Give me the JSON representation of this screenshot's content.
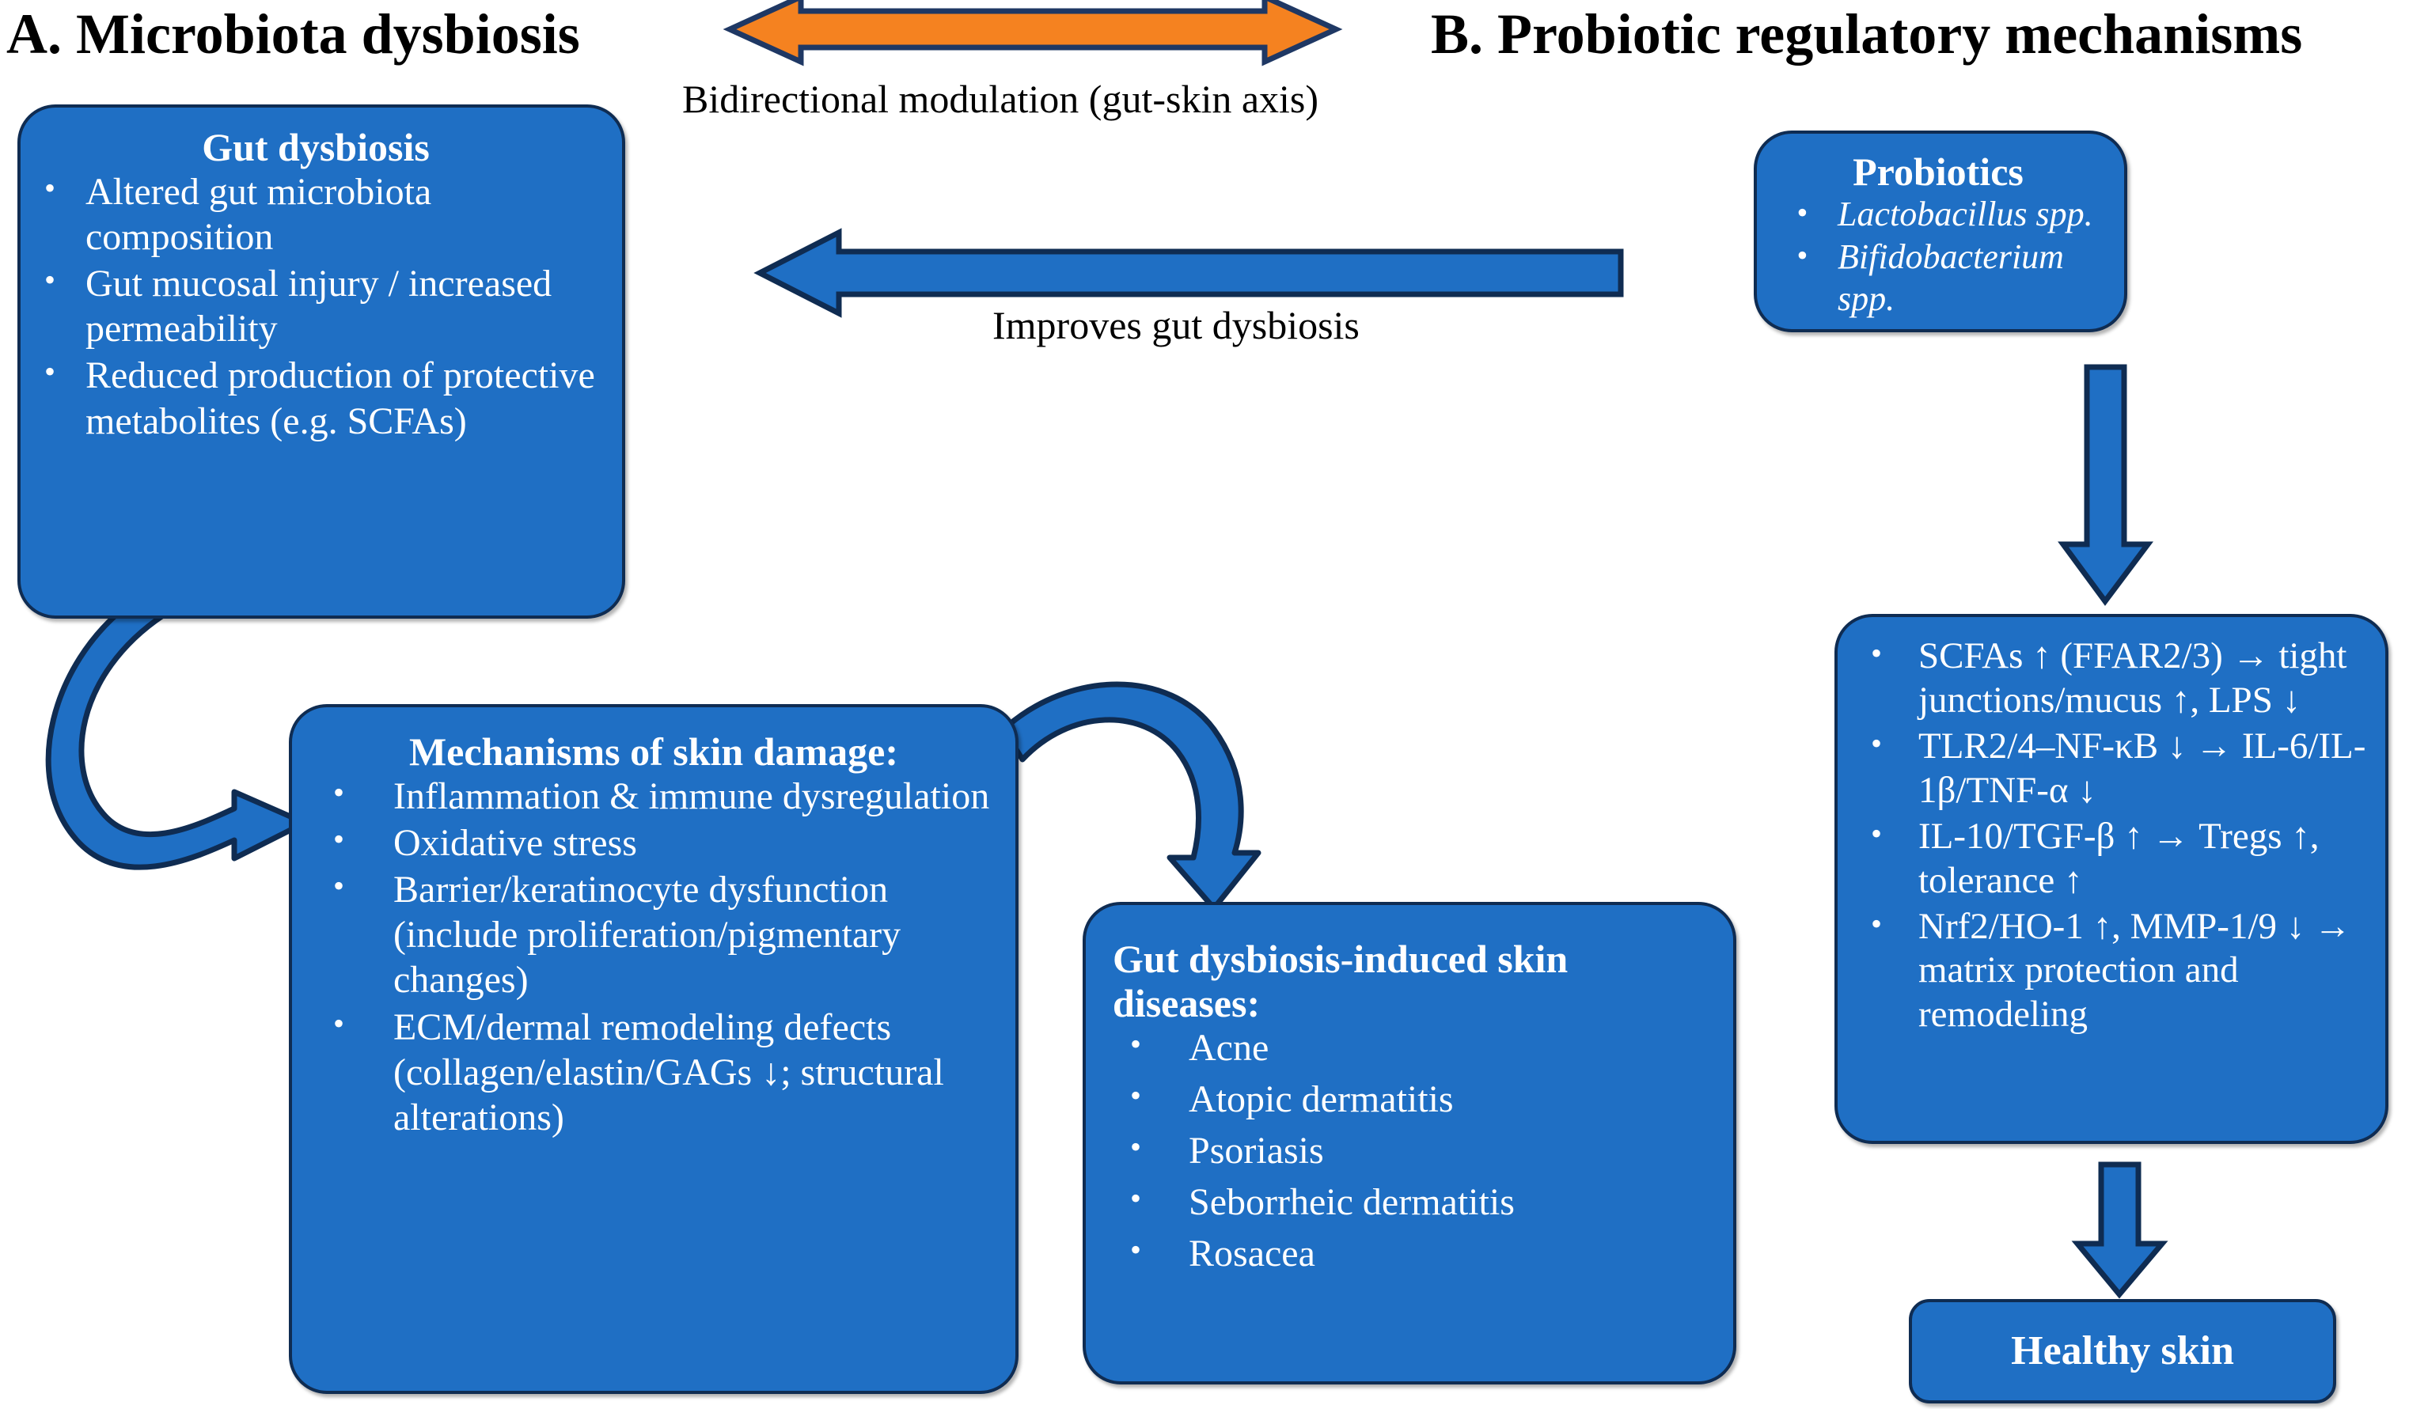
{
  "panels": {
    "a": {
      "title": "A. Microbiota dysbiosis"
    },
    "b": {
      "title": "B. Probiotic regulatory mechanisms"
    }
  },
  "arrows": {
    "bidirectional": {
      "caption": "Bidirectional modulation (gut-skin axis)",
      "fill": "#F58220",
      "stroke": "#1F3864",
      "direction": "both"
    },
    "improves": {
      "caption": "Improves gut dysbiosis",
      "fill": "#1F6FC4",
      "stroke": "#0F2C52",
      "direction": "left"
    },
    "probiotics_to_mechanisms": {
      "direction": "down",
      "fill": "#1F6FC4",
      "stroke": "#0F2C52"
    },
    "mechanisms_to_healthy_skin": {
      "direction": "down",
      "fill": "#1F6FC4",
      "stroke": "#0F2C52"
    },
    "gut_to_skin_damage": {
      "direction": "curved-right",
      "fill": "#1F6FC4",
      "stroke": "#0F2C52"
    },
    "skin_damage_to_diseases": {
      "direction": "curved-down-right",
      "fill": "#1F6FC4",
      "stroke": "#0F2C52"
    }
  },
  "boxes": {
    "gut_dysbiosis": {
      "heading": "Gut dysbiosis",
      "bullets": [
        "Altered gut microbiota composition",
        "Gut mucosal injury / increased permeability",
        "Reduced production of protective metabolites (e.g. SCFAs)"
      ]
    },
    "probiotics": {
      "heading": "Probiotics",
      "bullets": [
        "Lactobacillus spp.",
        "Bifidobacterium spp."
      ]
    },
    "mechanisms_skin_damage": {
      "heading": "Mechanisms of skin damage:",
      "bullets": [
        "Inflammation & immune dysregulation",
        "Oxidative stress",
        "Barrier/keratinocyte dysfunction (include proliferation/pigmentary changes)",
        "ECM/dermal remodeling defects (collagen/elastin/GAGs ↓; structural alterations)"
      ]
    },
    "skin_diseases": {
      "heading": "Gut dysbiosis-induced skin diseases:",
      "bullets": [
        "Acne",
        "Atopic dermatitis",
        "Psoriasis",
        "Seborrheic dermatitis",
        "Rosacea"
      ]
    },
    "probiotic_mechanisms": {
      "bullets": [
        "SCFAs ↑ (FFAR2/3) → tight junctions/mucus ↑, LPS ↓",
        "TLR2/4–NF-κB ↓ → IL-6/IL-1β/TNF-α ↓",
        "IL-10/TGF-β ↑ → Tregs ↑, tolerance ↑",
        "Nrf2/HO-1 ↑, MMP-1/9 ↓ → matrix protection and remodeling"
      ]
    },
    "healthy_skin": {
      "heading": "Healthy skin"
    }
  },
  "colors": {
    "box_fill": "#1F6FC4",
    "box_border": "#0F2C52",
    "accent_orange": "#F58220",
    "orange_border": "#1F3864",
    "text_on_box": "#FFFFFF",
    "text_black": "#000000",
    "background": "#FFFFFF"
  }
}
